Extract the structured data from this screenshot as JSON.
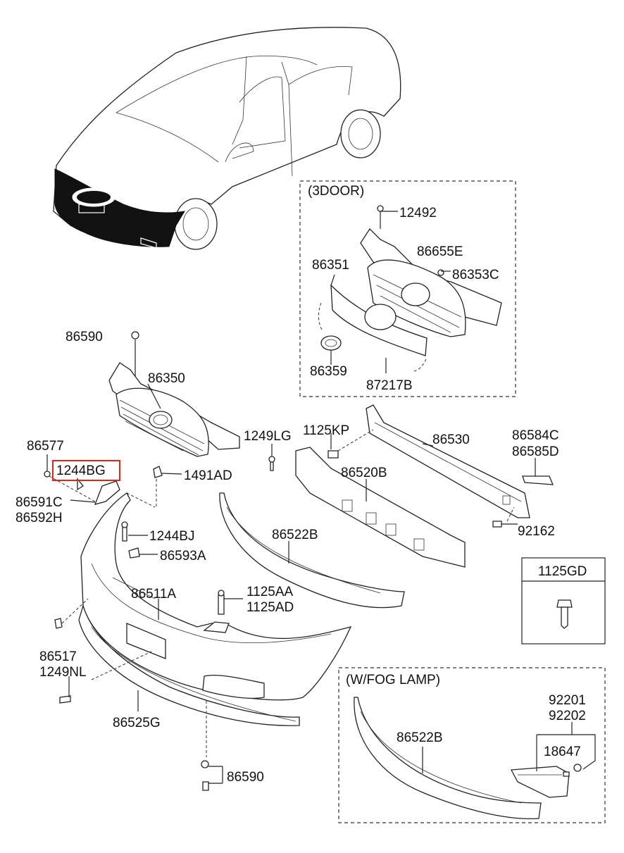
{
  "labels": {
    "p12492": "12492",
    "p86655E": "86655E",
    "p86353C": "86353C",
    "p86351": "86351",
    "p86359": "86359",
    "p87217B": "87217B",
    "p86590_top": "86590",
    "p86350": "86350",
    "p86577": "86577",
    "p1244BG": "1244BG",
    "p1249LG": "1249LG",
    "p1125KP": "1125KP",
    "p86530": "86530",
    "p86584C": "86584C",
    "p86585D": "86585D",
    "p1491AD": "1491AD",
    "p86520B": "86520B",
    "p86591C": "86591C",
    "p86592H": "86592H",
    "p1244BJ": "1244BJ",
    "p86522B": "86522B",
    "p92162": "92162",
    "p86593A": "86593A",
    "p1125GD": "1125GD",
    "p86511A": "86511A",
    "p1125AA": "1125AA",
    "p1125AD": "1125AD",
    "p86517": "86517",
    "p1249NL": "1249NL",
    "p86525G": "86525G",
    "p86590_bottom": "86590",
    "p92201": "92201",
    "p92202": "92202",
    "p86522B_fog": "86522B",
    "p18647": "18647"
  },
  "boxes": {
    "three_door": "(3DOOR)",
    "fog_lamp": "(W/FOG LAMP)"
  },
  "highlighted_part": "1244BG",
  "colors": {
    "highlight": "#e0261b",
    "line": "#222222",
    "bumper_fill": "#111111"
  }
}
